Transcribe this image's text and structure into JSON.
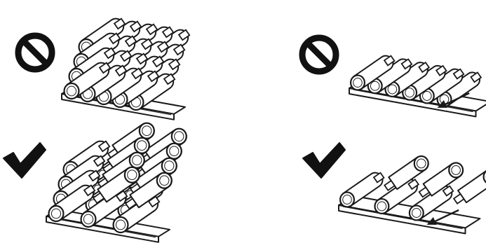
{
  "panels": [
    {
      "name": "panel-stacked-front-load",
      "indicator": "prohibited",
      "arrangement": "stacked",
      "rows": 4,
      "arrow": false
    },
    {
      "name": "panel-single-layer-front-load",
      "indicator": "prohibited",
      "arrangement": "single-layer",
      "rows": 1,
      "arrow": true
    },
    {
      "name": "panel-stacked-alternating",
      "indicator": "allowed",
      "arrangement": "stacked",
      "rows": 4,
      "arrow": false
    },
    {
      "name": "panel-single-layer-alternating",
      "indicator": "allowed",
      "arrangement": "single-layer",
      "rows": 1,
      "arrow": true
    }
  ],
  "icons": {
    "prohibited": "prohibited-icon",
    "allowed": "checkmark-icon",
    "direction": "arrow-icon"
  },
  "colors": {
    "line": "#1a1a1a",
    "fill": "#ffffff",
    "icon": "#111111"
  }
}
